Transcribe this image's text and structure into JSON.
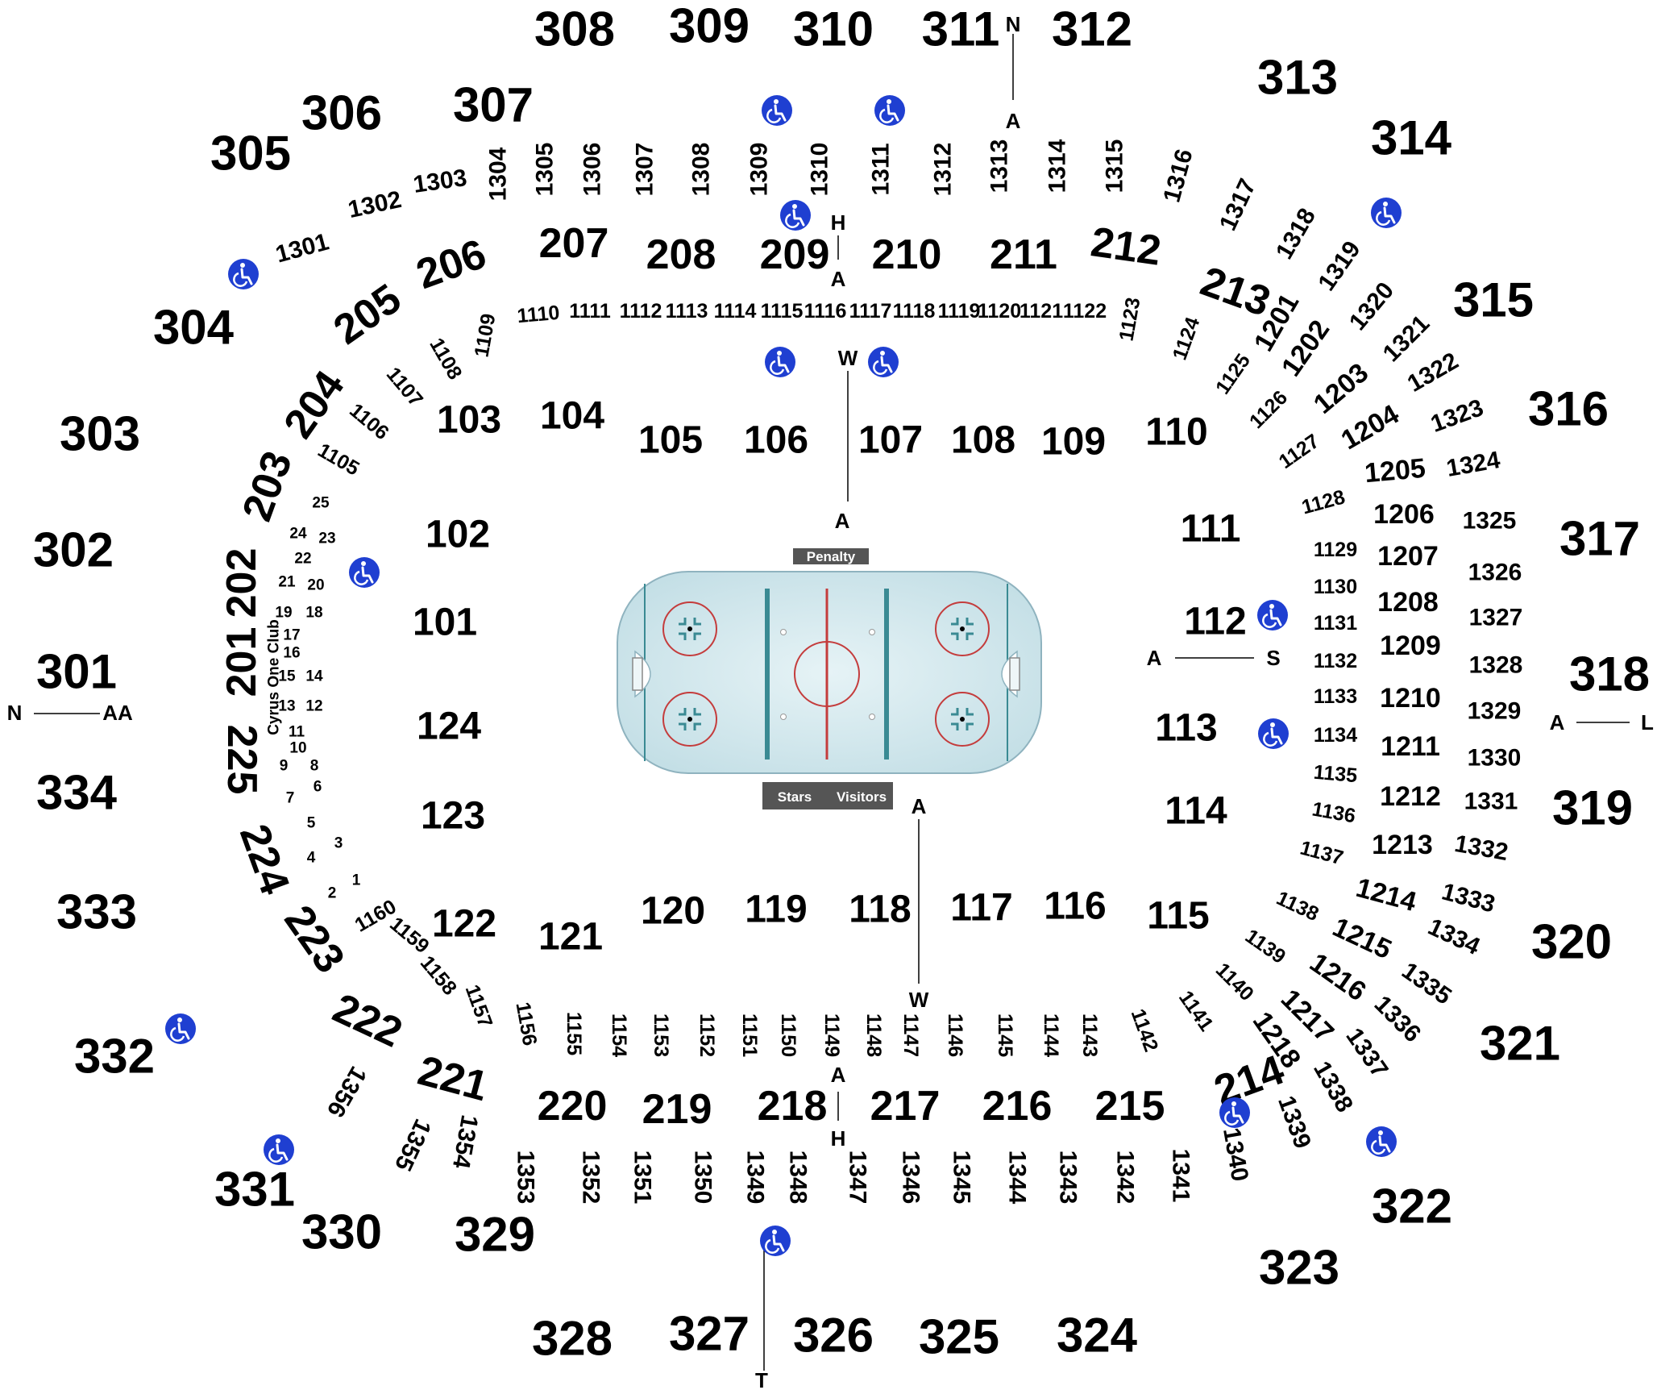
{
  "rink": {
    "penalty_label": "Penalty",
    "bench_home_label": "Stars",
    "bench_away_label": "Visitors",
    "colors": {
      "ice": "#cfe6ec",
      "board": "#8fb3bf",
      "blue_line": "#3a8a93",
      "red": "#c43c3c",
      "dark_box": "#555555"
    }
  },
  "club_label": "Cyrus One Club",
  "accessibility_icon": {
    "name": "wheelchair-icon",
    "color": "#1f3fd1"
  },
  "aisle_labels": [
    "N",
    "A",
    "H",
    "A",
    "W",
    "A",
    "A",
    "S",
    "A",
    "L",
    "N",
    "AA",
    "A",
    "W",
    "A",
    "H",
    "T"
  ],
  "sections_300": [
    "301",
    "302",
    "303",
    "304",
    "305",
    "306",
    "307",
    "308",
    "309",
    "310",
    "311",
    "312",
    "313",
    "314",
    "315",
    "316",
    "317",
    "318",
    "319",
    "320",
    "321",
    "322",
    "323",
    "324",
    "325",
    "326",
    "327",
    "328",
    "329",
    "330",
    "331",
    "332",
    "333",
    "334"
  ],
  "sections_200": [
    "201",
    "202",
    "203",
    "204",
    "205",
    "206",
    "207",
    "208",
    "209",
    "210",
    "211",
    "212",
    "213",
    "214",
    "215",
    "216",
    "217",
    "218",
    "219",
    "220",
    "221",
    "222",
    "223",
    "224",
    "225"
  ],
  "sections_100": [
    "101",
    "102",
    "103",
    "104",
    "105",
    "106",
    "107",
    "108",
    "109",
    "110",
    "111",
    "112",
    "113",
    "114",
    "115",
    "116",
    "117",
    "118",
    "119",
    "120",
    "121",
    "122",
    "123",
    "124"
  ],
  "sections_1300": [
    "1301",
    "1302",
    "1303",
    "1304",
    "1305",
    "1306",
    "1307",
    "1308",
    "1309",
    "1310",
    "1311",
    "1312",
    "1313",
    "1314",
    "1315",
    "1316",
    "1317",
    "1318",
    "1319",
    "1320",
    "1321",
    "1322",
    "1323",
    "1324",
    "1325",
    "1326",
    "1327",
    "1328",
    "1329",
    "1330",
    "1331",
    "1332",
    "1333",
    "1334",
    "1335",
    "1336",
    "1337",
    "1338",
    "1339",
    "1340",
    "1341",
    "1342",
    "1343",
    "1344",
    "1345",
    "1346",
    "1347",
    "1348",
    "1349",
    "1350",
    "1351",
    "1352",
    "1353",
    "1354",
    "1355",
    "1356"
  ],
  "sections_1200": [
    "1201",
    "1202",
    "1203",
    "1204",
    "1205",
    "1206",
    "1207",
    "1208",
    "1209",
    "1210",
    "1211",
    "1212",
    "1213",
    "1214",
    "1215",
    "1216",
    "1217",
    "1218"
  ],
  "sections_1100": [
    "1105",
    "1106",
    "1107",
    "1108",
    "1109",
    "1110",
    "1111",
    "1112",
    "1113",
    "1114",
    "1115",
    "1116",
    "1117",
    "1118",
    "1119",
    "1120",
    "1121",
    "1122",
    "1123",
    "1124",
    "1125",
    "1126",
    "1127",
    "1128",
    "1129",
    "1130",
    "1131",
    "1132",
    "1133",
    "1134",
    "1135",
    "1136",
    "1137",
    "1138",
    "1139",
    "1140",
    "1141",
    "1142",
    "1143",
    "1144",
    "1145",
    "1146",
    "1147",
    "1148",
    "1149",
    "1150",
    "1151",
    "1152",
    "1153",
    "1154",
    "1155",
    "1156",
    "1157",
    "1158",
    "1159",
    "1160"
  ],
  "club_seats": [
    "1",
    "2",
    "3",
    "4",
    "5",
    "6",
    "7",
    "8",
    "9",
    "10",
    "11",
    "12",
    "13",
    "14",
    "15",
    "16",
    "17",
    "18",
    "19",
    "20",
    "21",
    "22",
    "23",
    "24",
    "25"
  ]
}
